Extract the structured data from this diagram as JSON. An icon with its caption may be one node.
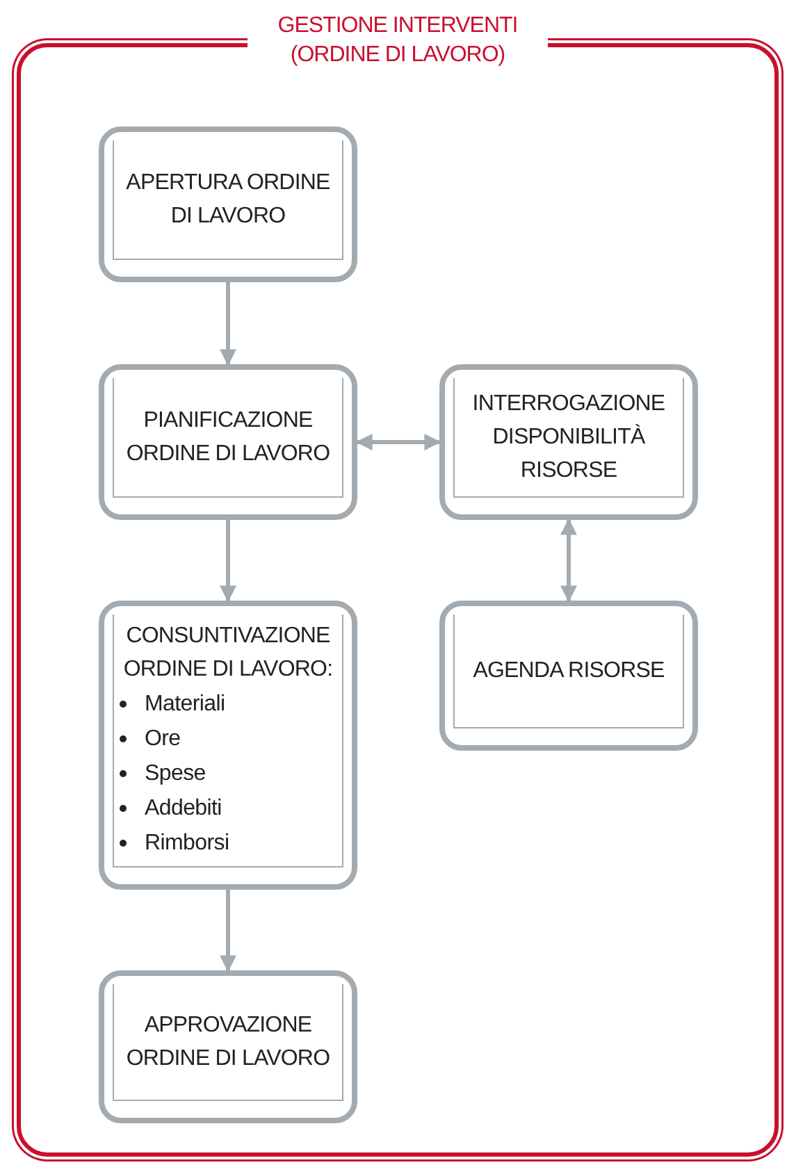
{
  "diagram": {
    "nodes": [
      {
        "text": [
          "GESTIONE INTERVENTI (ORDINE DI LAVORO)"
        ]
      },
      {
        "text": [
          "APERTURA ORDINE DI LAVORO"
        ],
        "in": 0
      },
      {
        "text": [
          "PIANIFICAZIONE ORDINE DI LAVORO"
        ],
        "in": 0
      },
      {
        "text": [
          "CONSUNTIVAZIONE ORDINE DI LAVORO:",
          "Materiali",
          "Ore",
          "Spese",
          "Addebiti",
          "Rimborsi"
        ],
        "in": 0
      },
      {
        "text": [
          "APPROVAZIONE ORDINE DI LAVORO"
        ],
        "in": 0
      },
      {
        "text": [
          "INTERROGAZIONE DISPONIBILITÀ RISORSE"
        ],
        "in": 0
      },
      {
        "text": [
          "AGENDA RISORSE"
        ],
        "in": 0
      }
    ],
    "edges": [
      {
        "from": 1,
        "to": 2,
        "arrow": "to"
      },
      {
        "from": 2,
        "to": 3,
        "arrow": "to"
      },
      {
        "from": 3,
        "to": 4,
        "arrow": "to"
      },
      {
        "from": 2,
        "to": 5,
        "arrow": "both"
      },
      {
        "from": 5,
        "to": 6,
        "arrow": "both"
      }
    ]
  }
}
